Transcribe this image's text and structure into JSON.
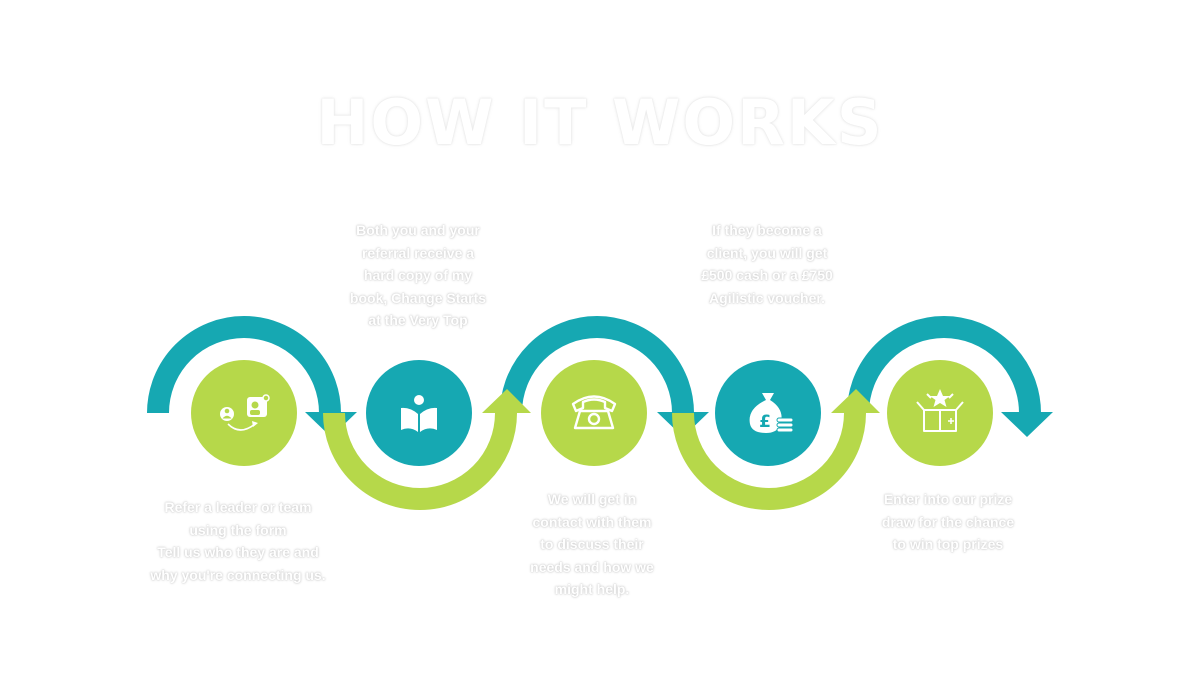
{
  "title": "HOW IT WORKS",
  "colors": {
    "teal": "#16a8b2",
    "green": "#b6d84a",
    "icon": "#ffffff"
  },
  "steps": [
    {
      "icon": "referral-icon",
      "color": "green",
      "lines": [
        "Refer a leader or team",
        "using the form",
        "Tell us who they are and",
        "why you're connecting us."
      ]
    },
    {
      "icon": "book-reader-icon",
      "color": "teal",
      "lines": [
        "Both you and your",
        "referral receive a",
        "hard copy of my",
        "book, Change Starts",
        "at the Very Top"
      ]
    },
    {
      "icon": "telephone-icon",
      "color": "green",
      "lines": [
        "We will get in",
        "contact with them",
        "to discuss their",
        "needs and how we",
        "might help."
      ]
    },
    {
      "icon": "money-bag-icon",
      "color": "teal",
      "lines": [
        "If they become a",
        "client, you will get",
        "£500 cash or a £750",
        "Agilistic voucher."
      ]
    },
    {
      "icon": "prize-box-icon",
      "color": "green",
      "lines": [
        "Enter into our prize",
        "draw for the chance",
        "to win top prizes"
      ]
    }
  ]
}
